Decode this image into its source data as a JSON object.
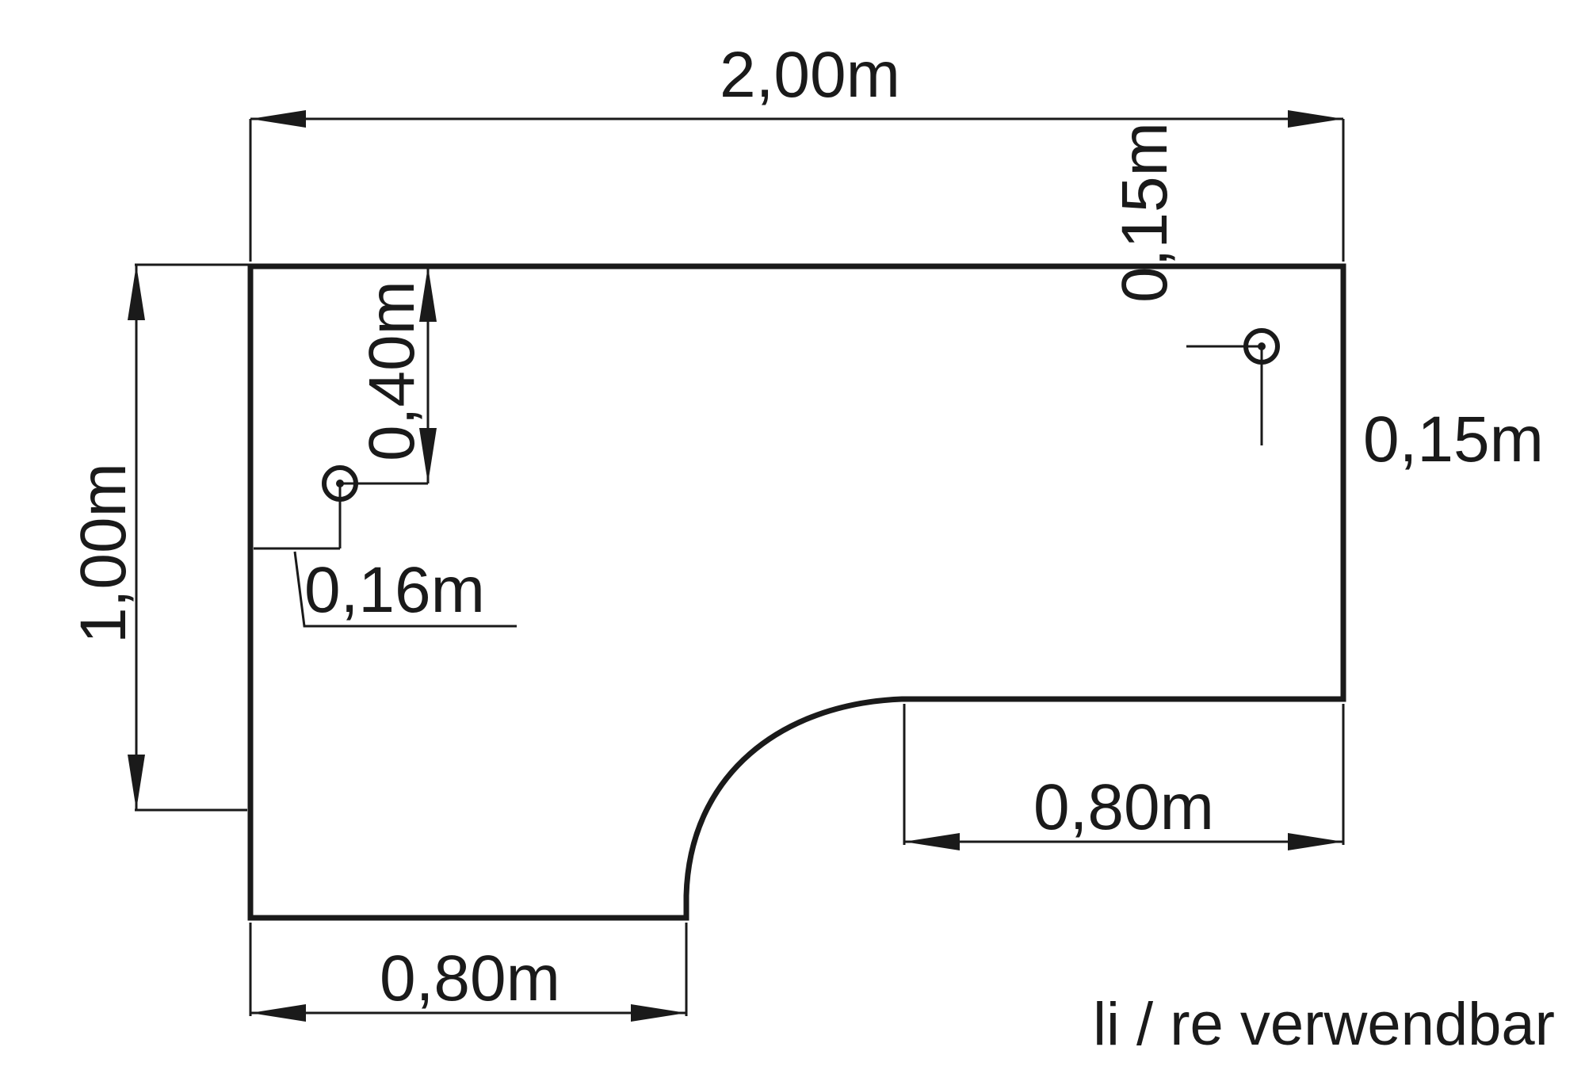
{
  "diagram": {
    "dimensions": {
      "top_width": "2,00m",
      "left_height": "1,00m",
      "bottom_left_width": "0,80m",
      "bottom_right_width": "0,80m",
      "hole_left_offset_x": "0,16m",
      "hole_left_offset_y": "0,40m",
      "hole_right_offset_y": "0,15m",
      "hole_right_offset_x": "0,15m"
    },
    "note": "li / re verwendbar",
    "line_color": "#1a1a1a",
    "background_color": "#ffffff"
  }
}
